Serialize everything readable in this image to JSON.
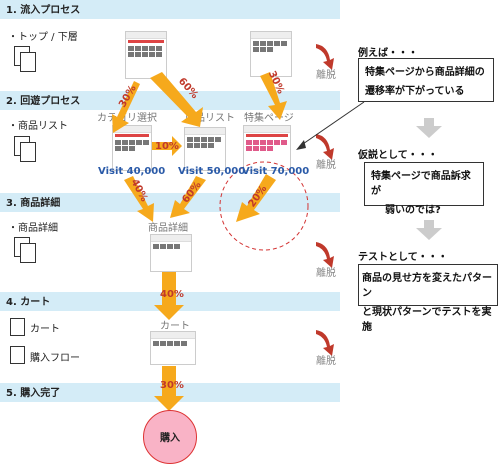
{
  "stages": [
    {
      "label": "1. 流入プロセス"
    },
    {
      "label": "2. 回遊プロセス"
    },
    {
      "label": "3. 商品詳細"
    },
    {
      "label": "4. カート"
    },
    {
      "label": "5. 購入完了"
    }
  ],
  "sublabels": {
    "top": "・トップ / 下層",
    "list": "・商品リスト",
    "detail": "・商品詳細",
    "cart": "カート",
    "flow": "購入フロー"
  },
  "pages": {
    "category": "カテゴリ選択",
    "list": "商品リスト",
    "feature": "特集ページ",
    "detail": "商品詳細",
    "cart": "カート"
  },
  "visits": {
    "category": "Visit 40,000",
    "list": "Visit 50,000",
    "feature": "Visit 70,000"
  },
  "arrows": {
    "top_to_category": "30%",
    "top_to_list": "60%",
    "top_to_feature": "30%",
    "category_to_list": "10%",
    "category_to_detail": "40%",
    "list_to_detail": "60%",
    "feature_to_detail": "20%",
    "detail_to_cart": "40%",
    "cart_to_purchase": "30%"
  },
  "exit_label": "離脱",
  "purchase": "購入",
  "right": {
    "example": "例えば・・・",
    "example_note_1": "特集ページから商品詳細の",
    "example_note_2": "遷移率が下がっている",
    "hypothesis": "仮説として・・・",
    "hypothesis_note_1": "特集ページで商品訴求が",
    "hypothesis_note_2": "弱いのでは?",
    "test": "テストとして・・・",
    "test_note_1": "商品の見せ方を変えたパターン",
    "test_note_2": "と現状パターンでテストを実施"
  },
  "colors": {
    "band": "#d4ecf7",
    "arrow": "#f6a91c",
    "arrow_text": "#c0392b",
    "visit": "#2a5aa8",
    "exit_arrow": "#c0392b",
    "grey_arrow": "#cccccc",
    "circle_dash": "#d33333"
  }
}
